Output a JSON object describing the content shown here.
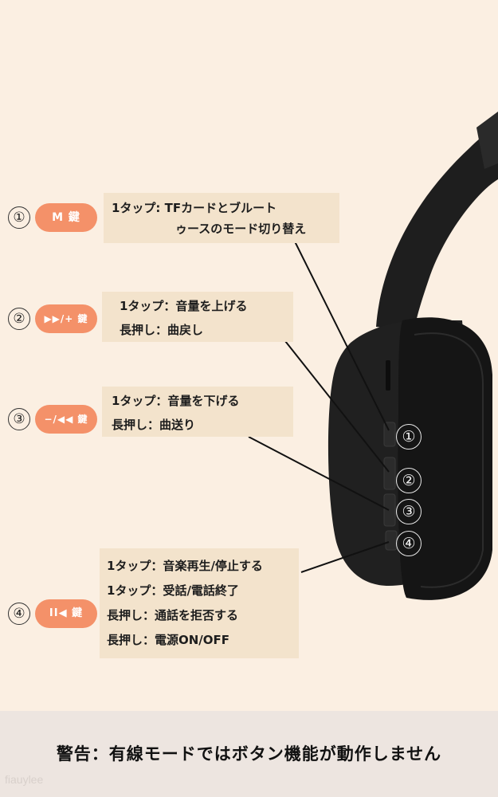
{
  "rows": [
    {
      "number": "①",
      "key_label": "M 鍵",
      "lines": [
        "1タップ: TFカードとブルート",
        "ゥースのモード切り替え"
      ]
    },
    {
      "number": "②",
      "key_label": "▶▶/+ 鍵",
      "lines": [
        "1タップ：音量を上げる",
        "長押し：曲戻し"
      ]
    },
    {
      "number": "③",
      "key_label": "−/◀◀ 鍵",
      "lines": [
        "1タップ：音量を下げる",
        "長押し：曲送り"
      ]
    },
    {
      "number": "④",
      "key_label": "II◀ 鍵",
      "lines": [
        "1タップ：音楽再生/停止する",
        "1タップ：受話/電話終了",
        "長押し：通話を拒否する",
        "長押し：電源ON/OFF"
      ]
    }
  ],
  "headphone_numbers": [
    "①",
    "②",
    "③",
    "④"
  ],
  "warning": "警告：有線モードではボタン機能が動作しません",
  "watermark": "fiauylee",
  "colors": {
    "background": "#fbefe2",
    "pill": "#f49169",
    "description_box": "#f3e3cc",
    "headphone": "#1f1f1f",
    "footer": "#ede5e0"
  }
}
